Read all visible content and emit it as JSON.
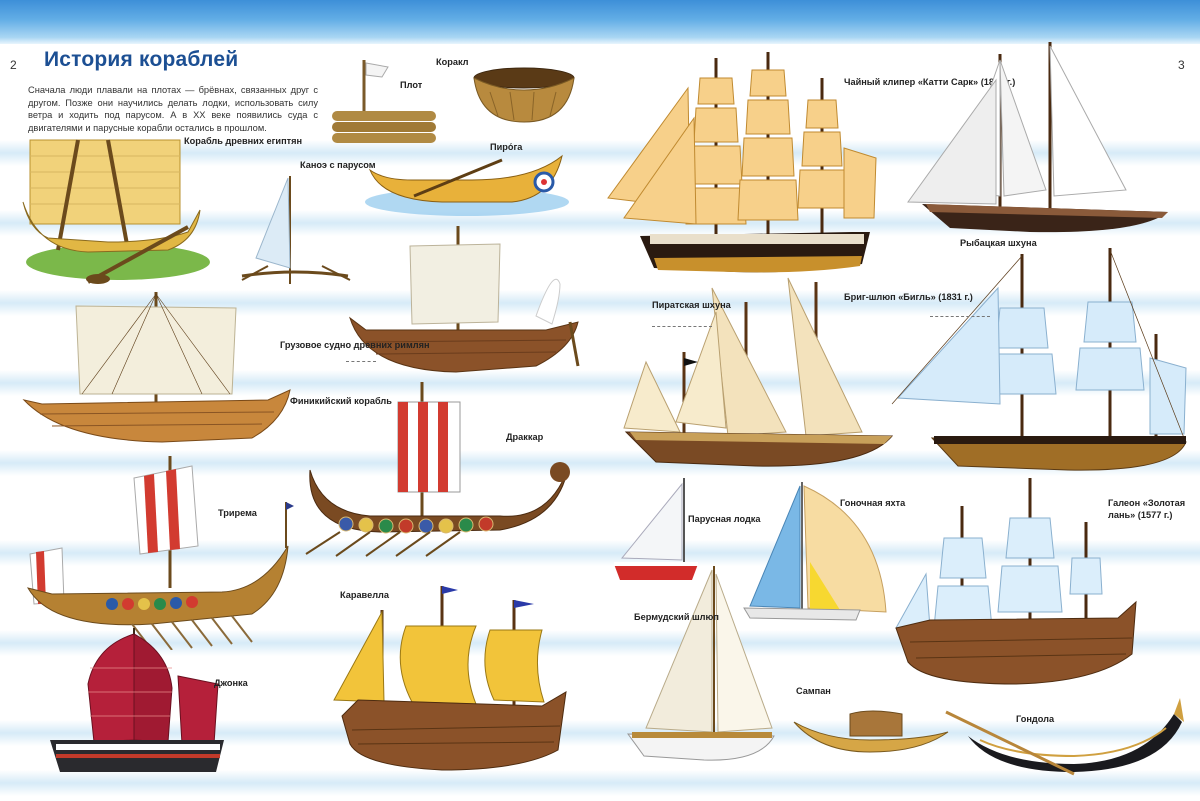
{
  "page": {
    "left_number": "2",
    "right_number": "3",
    "title": "История кораблей",
    "intro": "Сначала люди плавали на плотах — брёвнах, связанных друг с другом. Позже они научились делать лодки, использовать силу ветра и ходить под парусом. А в XX веке появились суда с двигателями и парусные корабли остались в прошлом."
  },
  "ships": {
    "egypt": "Корабль древних египтян",
    "raft": "Плот",
    "coracle": "Коракл",
    "canoe_sail": "Каноэ с парусом",
    "pirogue": "Пиро́га",
    "roman": "Грузовое судно древних римлян",
    "phoenician": "Финикийский корабль",
    "drakkar": "Драккар",
    "trireme": "Трирема",
    "junk": "Джонка",
    "caravel": "Каравелла",
    "cutty_sark": "Чайный клипер «Катти Сарк» (1869 г.)",
    "schooner": "Рыбацкая шхуна",
    "pirate": "Пиратская шхуна",
    "beagle": "Бриг-шлюп «Бигль» (1831 г.)",
    "sailboat": "Парусная лодка",
    "racing_yacht": "Гоночная яхта",
    "golden_hind": "Галеон «Золотая лань» (1577 г.)",
    "bermuda": "Бермудский шлюп",
    "sampan": "Сампан",
    "gondola": "Гондола"
  }
}
